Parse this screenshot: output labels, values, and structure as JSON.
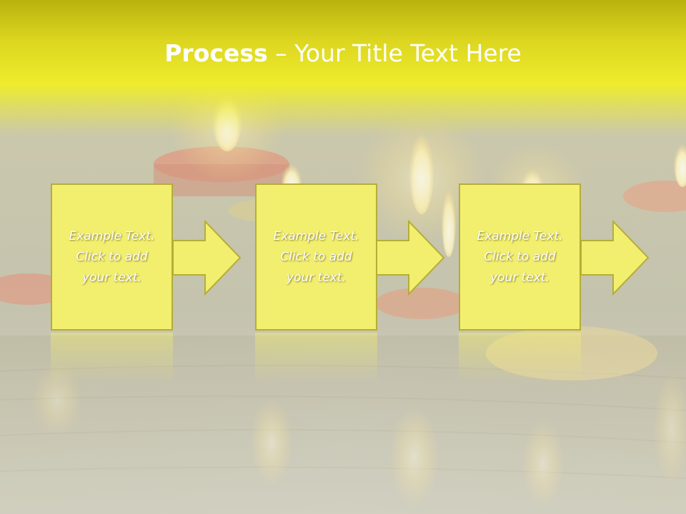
{
  "slide": {
    "title_bold": "Process",
    "title_rest": " – Your Title Text Here"
  },
  "steps": [
    {
      "line1": "Example Text.",
      "line2": "Click  to add",
      "line3": "your text."
    },
    {
      "line1": "Example Text.",
      "line2": "Click  to add",
      "line3": "your text."
    },
    {
      "line1": "Example Text.",
      "line2": "Click  to add",
      "line3": "your text."
    }
  ],
  "colors": {
    "title_band": "#eeec2c",
    "box_fill": "#f3ef6e",
    "box_border": "#b4ae38",
    "arrow_fill": "#f3ef6e"
  }
}
